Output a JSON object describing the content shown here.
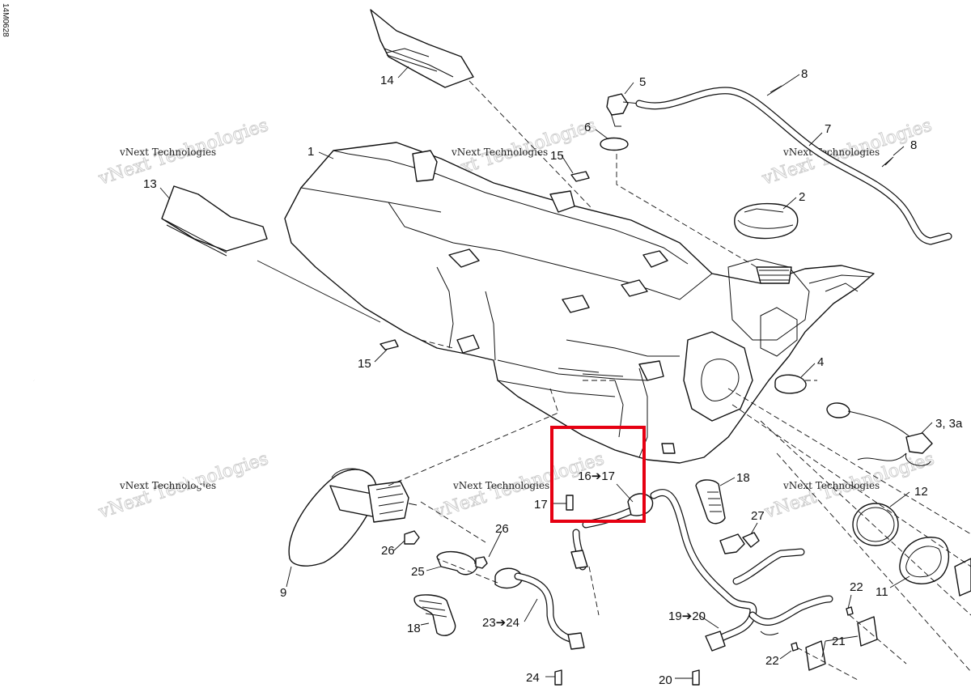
{
  "document_id": "14M0628",
  "highlight": {
    "color": "#e60012",
    "label": "16➔17"
  },
  "watermark": {
    "line1": "vNext Technologies",
    "line2": "vNext Technologies"
  },
  "callouts": {
    "c1": "1",
    "c2": "2",
    "c3": "3, 3a",
    "c4": "4",
    "c5": "5",
    "c6": "6",
    "c7": "7",
    "c8a": "8",
    "c8b": "8",
    "c9": "9",
    "c11": "11",
    "c12": "12",
    "c13": "13",
    "c14": "14",
    "c15a": "15",
    "c15b": "15",
    "c16_17": "16➔17",
    "c17": "17",
    "c18a": "18",
    "c18b": "18",
    "c19_20": "19➔20",
    "c20": "20",
    "c21": "21",
    "c22a": "22",
    "c22b": "22",
    "c23_24": "23➔24",
    "c24": "24",
    "c25": "25",
    "c26a": "26",
    "c26b": "26",
    "c27": "27"
  }
}
